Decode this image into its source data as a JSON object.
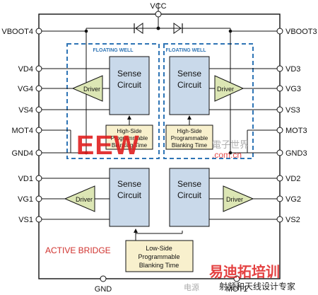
{
  "pins": {
    "vcc": "VCC",
    "gnd": "GND",
    "mot1": "MOT1",
    "left": [
      "VBOOT4",
      "VD4",
      "VG4",
      "VS4",
      "MOT4",
      "GND4",
      "VD1",
      "VG1",
      "VS1"
    ],
    "right": [
      "VBOOT3",
      "VD3",
      "VG3",
      "VS3",
      "MOT3",
      "GND3",
      "VD2",
      "VG2",
      "VS2"
    ]
  },
  "wells": {
    "left_label": "FLOATING WELL",
    "right_label": "FLOATING WELL"
  },
  "blocks": {
    "sense_line1": "Sense",
    "sense_line2": "Circuit",
    "driver": "Driver",
    "hs_blank": [
      "High-Side",
      "Programmable",
      "Blanking Time"
    ],
    "ls_blank": [
      "Low-Side",
      "Programmable",
      "Blanking Time"
    ]
  },
  "active_bridge": "ACTIVE BRIDGE",
  "watermarks": {
    "brand_top": "EEW",
    "brand_top_cn": "電子世界",
    "brand_top_url": ".com.cn",
    "brand_bottom_cn": "易迪拓培训",
    "brand_bottom_sub": "射频和天线设计专家",
    "brand_bottom_partial": "电源"
  },
  "colors": {
    "block_fill": "#c9d9ea",
    "driver_fill": "#dce6b4",
    "blank_fill": "#f8f0cd",
    "well_border": "#2e74b5",
    "well_label": "#2e74b5",
    "active_bridge": "#d0312d",
    "watermark_red": "#e02020",
    "watermark_orange": "#f5a623"
  }
}
